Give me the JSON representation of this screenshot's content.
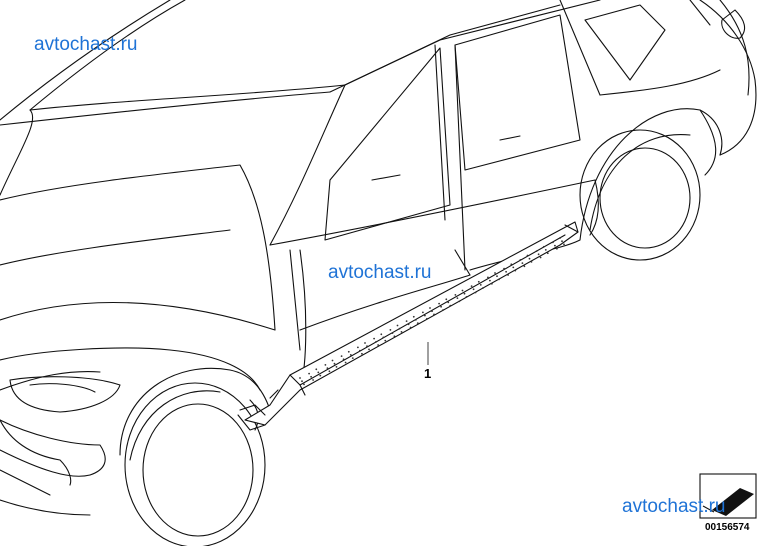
{
  "watermarks": {
    "top_left": "avtochast.ru",
    "center": "avtochast.ru",
    "bottom_right": "avtochast.ru"
  },
  "callouts": {
    "part_1": "1"
  },
  "document_number": "00156574",
  "icons": {
    "running_board": "running-board-icon",
    "vehicle": "vehicle-outline-icon",
    "document_symbol": "document-symbol-icon"
  },
  "colors": {
    "watermark": "#1f73d6",
    "line": "#111111",
    "background": "#ffffff"
  }
}
